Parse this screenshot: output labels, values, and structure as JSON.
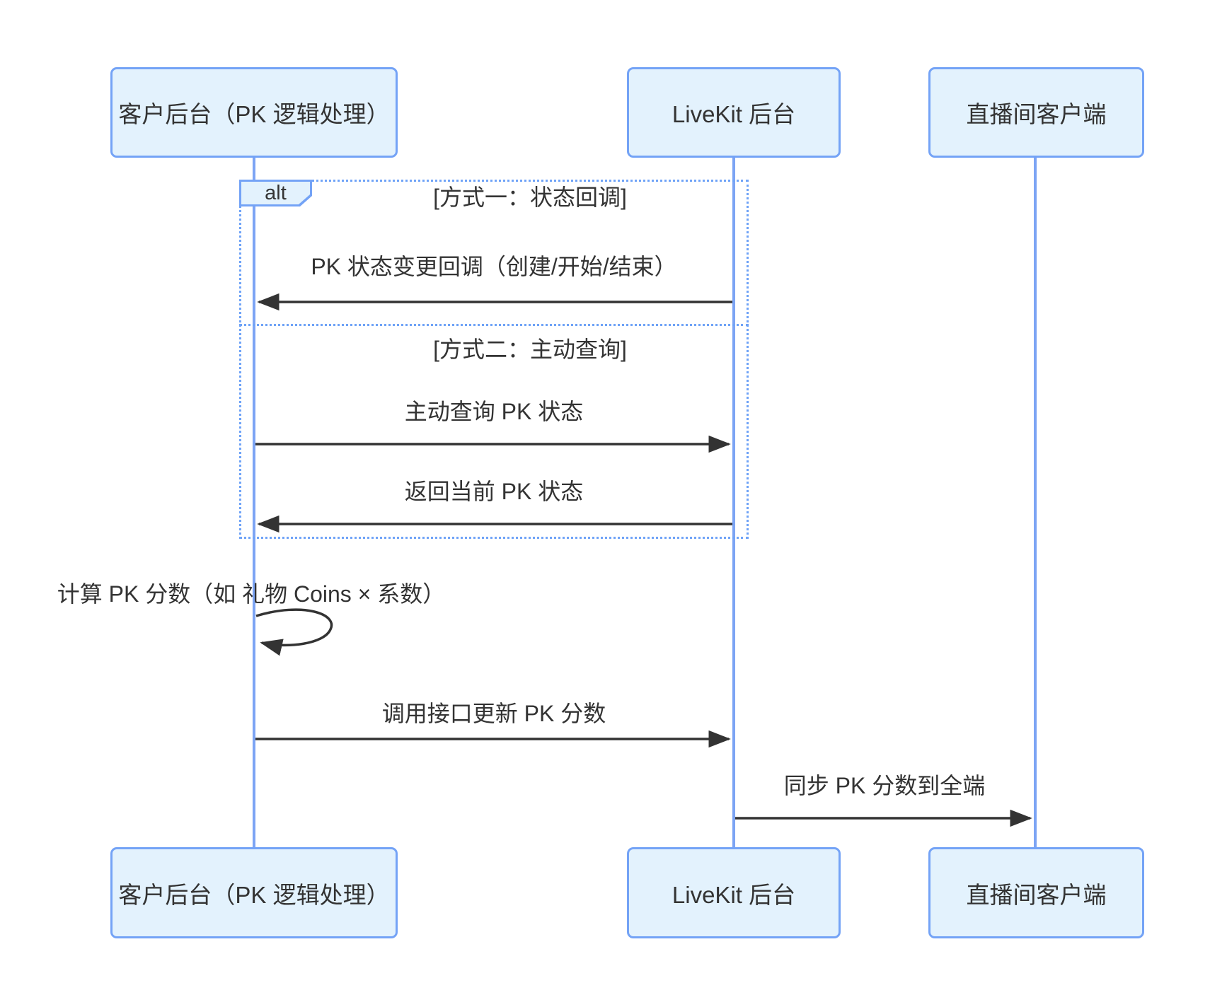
{
  "diagram": {
    "type": "sequence-diagram",
    "actors": [
      {
        "id": "customer-backend",
        "label": "客户后台（PK 逻辑处理）"
      },
      {
        "id": "livekit-backend",
        "label": "LiveKit 后台"
      },
      {
        "id": "live-room-client",
        "label": "直播间客户端"
      }
    ],
    "alt_block": {
      "keyword": "alt",
      "sections": [
        {
          "label": "[方式一：状态回调]"
        },
        {
          "label": "[方式二：主动查询]"
        }
      ]
    },
    "messages": [
      {
        "from": "livekit-backend",
        "to": "customer-backend",
        "label": "PK 状态变更回调（创建/开始/结束）",
        "section": 0
      },
      {
        "from": "customer-backend",
        "to": "livekit-backend",
        "label": "主动查询 PK 状态",
        "section": 1
      },
      {
        "from": "livekit-backend",
        "to": "customer-backend",
        "label": "返回当前 PK 状态",
        "section": 1
      },
      {
        "from": "customer-backend",
        "to": "customer-backend",
        "label": "计算 PK 分数（如 礼物 Coins × 系数）",
        "self": true
      },
      {
        "from": "customer-backend",
        "to": "livekit-backend",
        "label": "调用接口更新 PK 分数"
      },
      {
        "from": "livekit-backend",
        "to": "live-room-client",
        "label": "同步 PK 分数到全端"
      }
    ],
    "colors": {
      "box_fill": "#e3f2fd",
      "box_border": "#74a3f6",
      "lifeline": "#7ca4f4",
      "frame_border": "#6fa3f7",
      "text": "#333333",
      "arrow": "#333333",
      "background": "#ffffff"
    }
  }
}
